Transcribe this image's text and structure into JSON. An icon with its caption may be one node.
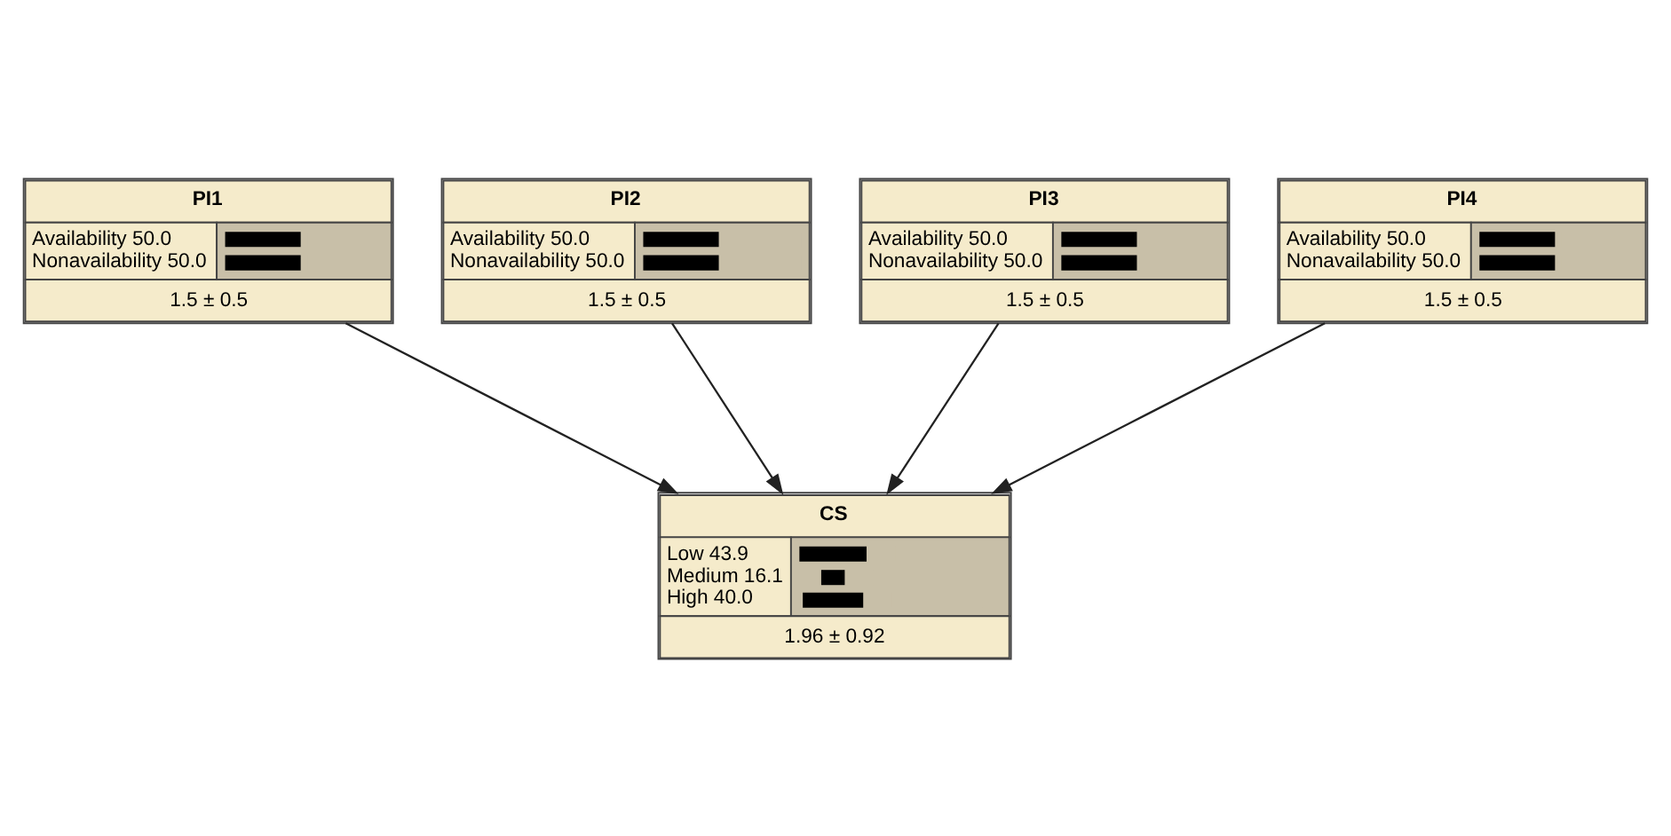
{
  "diagram": {
    "nodes": [
      {
        "text": [
          "PI1",
          "Availability 50.0",
          "Nonavailability 50.0",
          "1.5 ± 0.5"
        ]
      },
      {
        "text": [
          "PI2",
          "Availability 50.0",
          "Nonavailability 50.0",
          "1.5 ± 0.5"
        ]
      },
      {
        "text": [
          "PI3",
          "Availability 50.0",
          "Nonavailability 50.0",
          "1.5 ± 0.5"
        ]
      },
      {
        "text": [
          "PI4",
          "Availability 50.0",
          "Nonavailability 50.0",
          "1.5 ± 0.5"
        ]
      },
      {
        "text": [
          "CS",
          "Low 43.9",
          "Medium 16.1",
          "High 40.0",
          "1.96 ± 0.92"
        ]
      }
    ],
    "edges": [
      {
        "from": 0,
        "to": 4,
        "arrow": "to"
      },
      {
        "from": 1,
        "to": 4,
        "arrow": "to"
      },
      {
        "from": 2,
        "to": 4,
        "arrow": "to"
      },
      {
        "from": 3,
        "to": 4,
        "arrow": "to"
      }
    ]
  }
}
